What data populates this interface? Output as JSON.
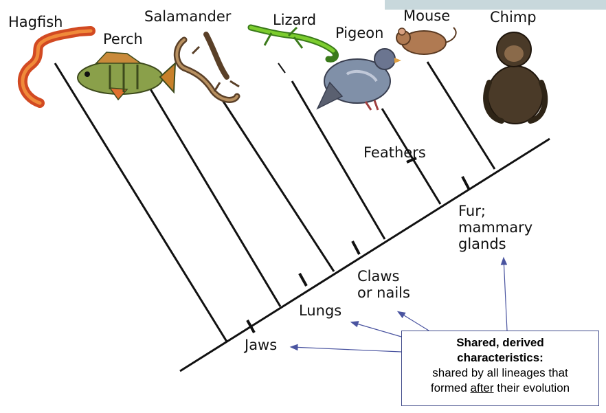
{
  "taxa": [
    {
      "id": "hagfish",
      "label": "Hagfish",
      "icon": "hagfish-icon"
    },
    {
      "id": "perch",
      "label": "Perch",
      "icon": "perch-icon"
    },
    {
      "id": "salamander",
      "label": "Salamander",
      "icon": "salamander-icon"
    },
    {
      "id": "lizard",
      "label": "Lizard",
      "icon": "lizard-icon"
    },
    {
      "id": "pigeon",
      "label": "Pigeon",
      "icon": "pigeon-icon"
    },
    {
      "id": "mouse",
      "label": "Mouse",
      "icon": "mouse-icon"
    },
    {
      "id": "chimp",
      "label": "Chimp",
      "icon": "chimp-icon"
    }
  ],
  "traits": {
    "jaws": "Jaws",
    "lungs": "Lungs",
    "claws": "Claws\nor nails",
    "feathers": "Feathers",
    "fur": "Fur;\nmammary\nglands"
  },
  "callout": {
    "title_line1": "Shared, derived",
    "title_line2": "characteristics:",
    "body_line1": "shared by all lineages that",
    "body_line2_pre": "formed ",
    "body_line2_emph": "after",
    "body_line2_post": " their evolution"
  },
  "colors": {
    "branch": "#111111",
    "arrow": "#4a54a0",
    "callout_border": "#3f4a8a",
    "accent": "#c8d8dc"
  }
}
